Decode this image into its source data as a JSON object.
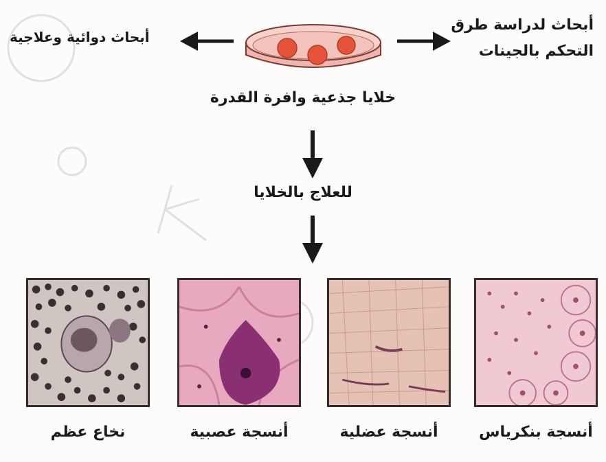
{
  "labels": {
    "right_note_line1": "أبحاث لدراسة طرق",
    "right_note_line2": "التحكم بالجينات",
    "left_note": "أبحاث دوائية وعلاجية",
    "stem_cells": "خلايا جذعية وافرة القدرة",
    "cell_therapy": "للعلاج بالخلايا"
  },
  "tissues": [
    {
      "label": "نخاع عظم",
      "icon": "bone-marrow-micrograph"
    },
    {
      "label": "أنسجة عصبية",
      "icon": "nerve-tissue-micrograph"
    },
    {
      "label": "أنسجة عضلية",
      "icon": "muscle-tissue-micrograph"
    },
    {
      "label": "أنسجة بنكرياس",
      "icon": "pancreas-tissue-micrograph"
    }
  ],
  "colors": {
    "dish_fill": "#f3c4bc",
    "cell_color": "#e5533a",
    "arrow": "#1a1a1a",
    "nerve_bg": "#e7a8c0",
    "muscle_bg": "#e6c2b4",
    "pancreas_bg": "#f0c9d2",
    "marrow_bg": "#cfc6c2"
  }
}
